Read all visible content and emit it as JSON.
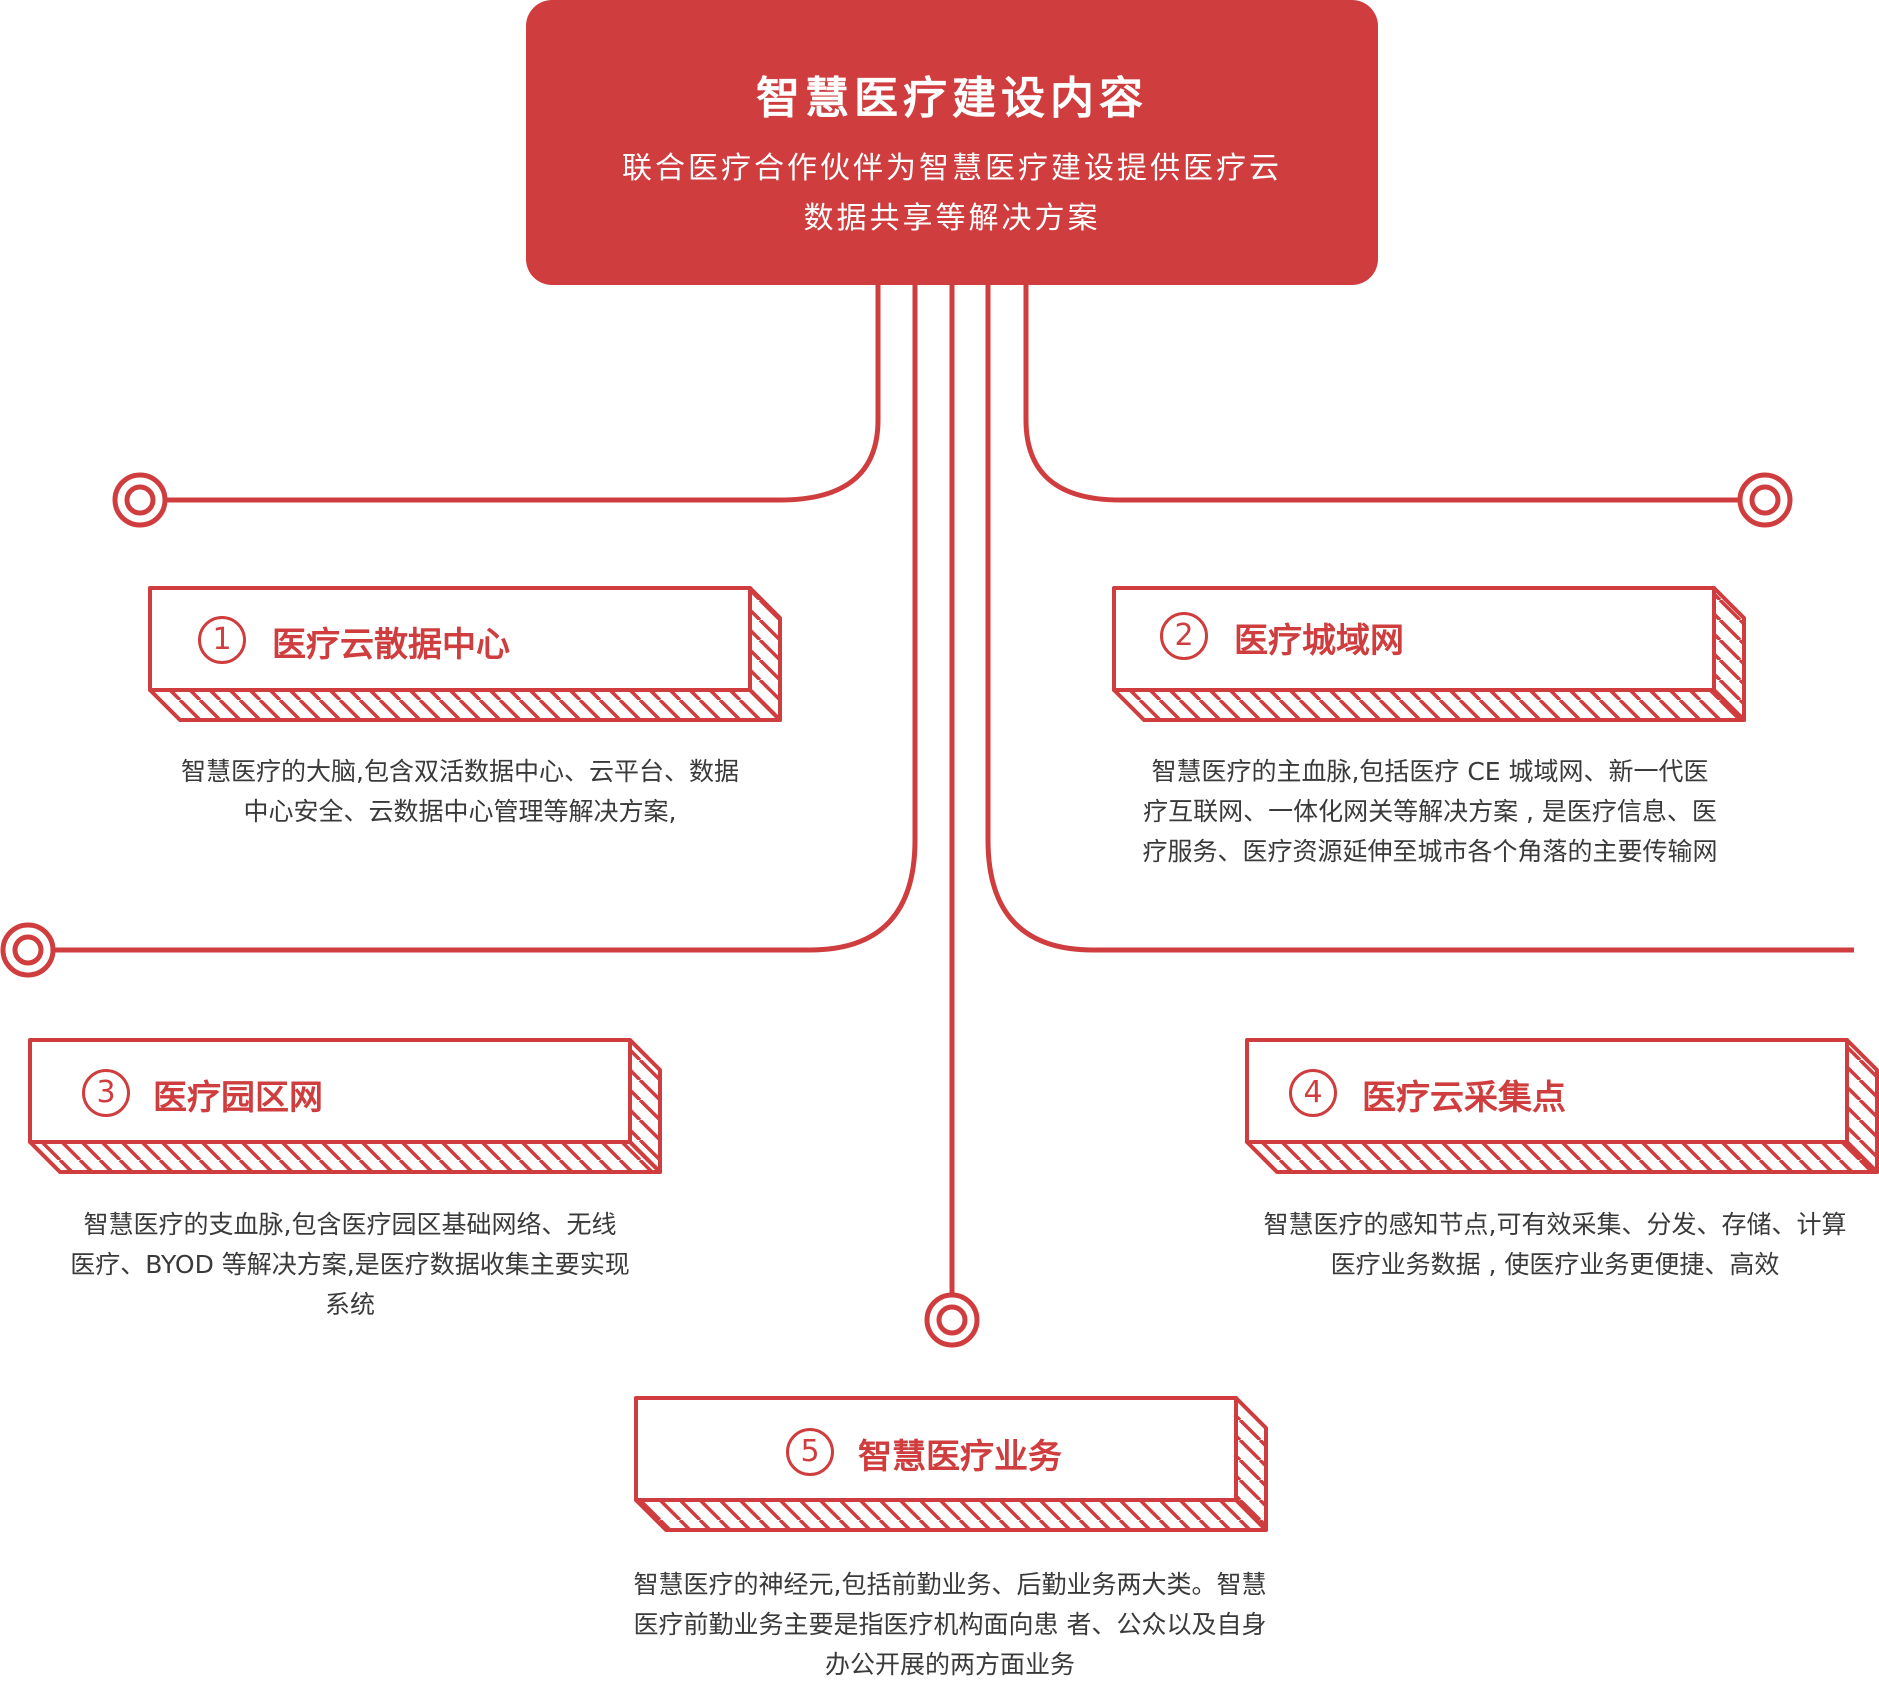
{
  "header": {
    "title": "智慧医疗建设内容",
    "subtitle_line1": "联合医疗合作伙伴为智慧医疗建设提供医疗云",
    "subtitle_line2": "数据共享等解决方案"
  },
  "colors": {
    "accent": "#cf3d3e",
    "text": "#3a3a3a",
    "background": "#ffffff"
  },
  "items": [
    {
      "number": "1",
      "title": "医疗云散据中心",
      "description_lines": [
        "智慧医疗的大脑,包含双活数据中心、云平台、数据",
        "中心安全、云数据中心管理等解决方案,"
      ]
    },
    {
      "number": "2",
      "title": "医疗城域网",
      "description_lines": [
        "智慧医疗的主血脉,包括医疗 CE 城域网、新一代医",
        "疗互联网、一体化网关等解决方案 , 是医疗信息、医",
        "疗服务、医疗资源延伸至城市各个角落的主要传输网"
      ]
    },
    {
      "number": "3",
      "title": "医疗园区网",
      "description_lines": [
        "智慧医疗的支血脉,包含医疗园区基础网络、无线",
        "医疗、BYOD 等解决方案,是医疗数据收集主要实现",
        "系统"
      ]
    },
    {
      "number": "4",
      "title": "医疗云采集点",
      "description_lines": [
        "智慧医疗的感知节点,可有效采集、分发、存储、计算",
        "医疗业务数据 , 使医疗业务更便捷、高效"
      ]
    },
    {
      "number": "5",
      "title": "智慧医疗业务",
      "description_lines": [
        "智慧医疗的神经元,包括前勤业务、后勤业务两大类。智慧",
        "医疗前勤业务主要是指医疗机构面向患 者、公众以及自身",
        "办公开展的两方面业务"
      ]
    }
  ]
}
